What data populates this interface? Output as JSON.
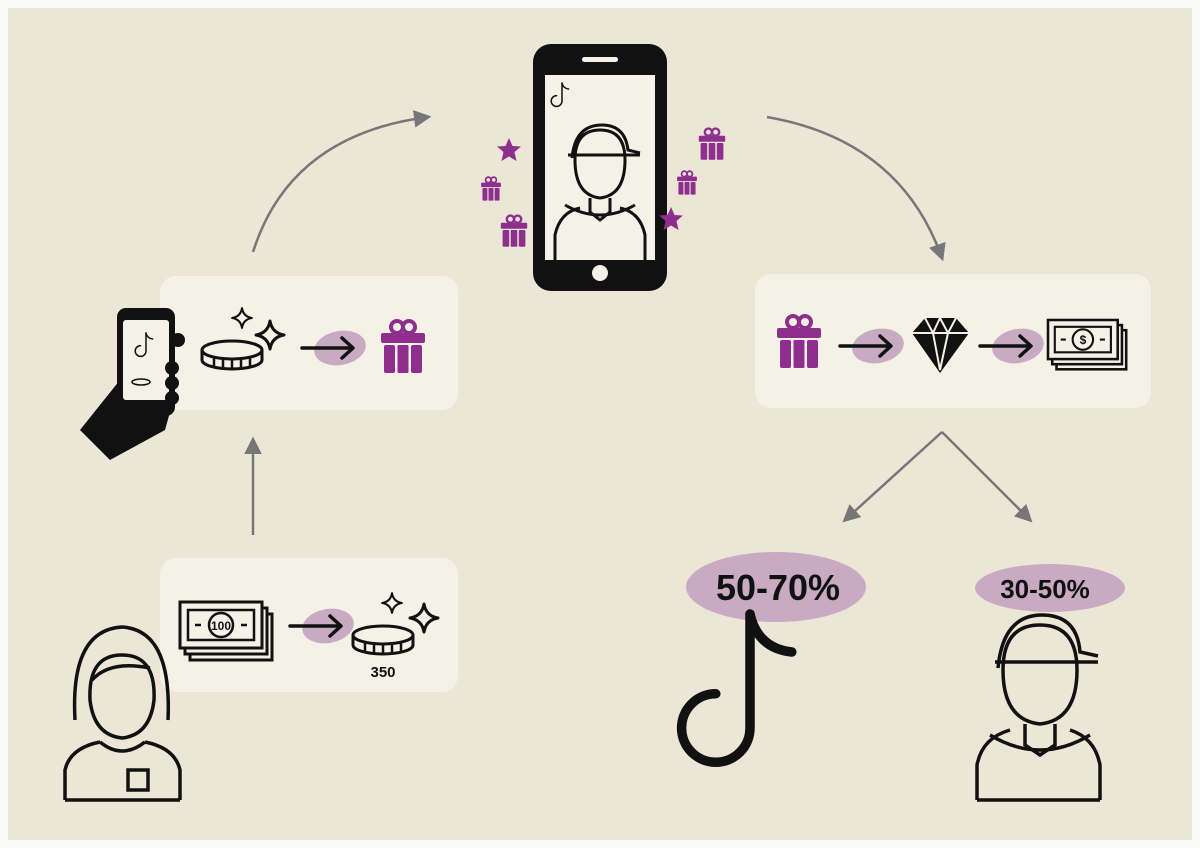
{
  "colors": {
    "background": "#ebe6d6",
    "panel": "#f4f1e6",
    "accent_purple": "#8e2f8e",
    "blob_mauve": "#c9aac3",
    "arrow_gray": "#777777",
    "ink": "#111111"
  },
  "step_buy_coins": {
    "bill_value": "100",
    "coin_amount": "350",
    "icons": [
      "banknote-stack-icon",
      "arrow-right-icon",
      "coin-sparkle-icon"
    ]
  },
  "step_send_gift": {
    "icons": [
      "hand-holding-phone-icon",
      "coin-sparkle-icon",
      "arrow-right-icon",
      "gift-icon"
    ]
  },
  "live_stream": {
    "icons": [
      "smartphone-icon",
      "tiktok-logo-icon",
      "creator-avatar-icon",
      "gift-icon",
      "star-icon"
    ]
  },
  "step_convert": {
    "currency_symbol": "$",
    "icons": [
      "gift-icon",
      "arrow-right-icon",
      "diamond-icon",
      "arrow-right-icon",
      "banknote-stack-icon"
    ]
  },
  "split": {
    "platform_share": "50-70%",
    "creator_share": "30-50%"
  }
}
